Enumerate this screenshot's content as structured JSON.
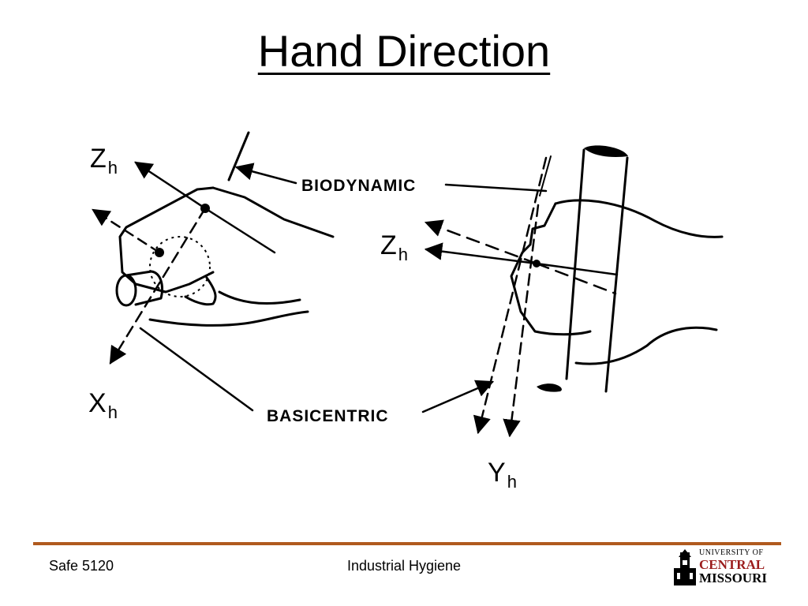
{
  "title": "Hand Direction",
  "figure": {
    "axis_labels": {
      "z_left": {
        "main": "Z",
        "sub": "h"
      },
      "x_left": {
        "main": "X",
        "sub": "h"
      },
      "z_right": {
        "main": "Z",
        "sub": "h"
      },
      "y_right": {
        "main": "Y",
        "sub": "h"
      }
    },
    "callouts": {
      "biodynamic": "BIODYNAMIC",
      "basicentric": "BASICENTRIC"
    }
  },
  "footer": {
    "course": "Safe 5120",
    "subject": "Industrial Hygiene",
    "rule_color": "#b05a1e"
  },
  "logo": {
    "line1": "UNIVERSITY OF",
    "line2": "CENTRAL",
    "line3": "MISSOURI",
    "accent_color": "#9b1c1c"
  }
}
